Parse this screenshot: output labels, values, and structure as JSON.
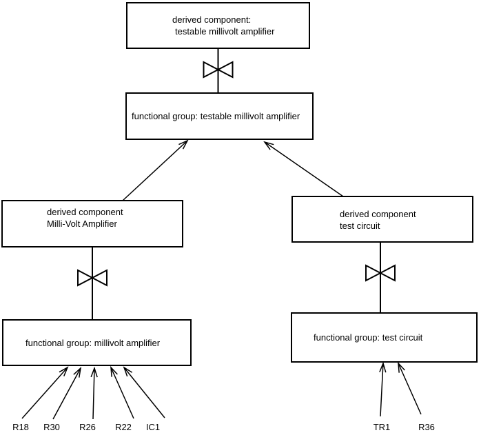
{
  "diagram": {
    "background_color": "#ffffff",
    "line_color": "#000000",
    "text_color": "#000000",
    "nodes": {
      "derived_testable": {
        "line1": "derived component:",
        "line2": "testable millivolt amplifier"
      },
      "fg_testable": {
        "label": "functional group: testable millivolt amplifier"
      },
      "derived_mva": {
        "line1": "derived component",
        "line2": "Milli-Volt Amplifier"
      },
      "derived_test": {
        "line1": "derived component",
        "line2": "test circuit"
      },
      "fg_mva": {
        "label": "functional group: millivolt amplifier"
      },
      "fg_test": {
        "label": "functional group: test circuit"
      }
    },
    "components": {
      "mva": [
        "R18",
        "R30",
        "R26",
        "R22",
        "IC1"
      ],
      "test": [
        "TR1",
        "R36"
      ]
    },
    "icons": {
      "bowtie": "bowtie-composition-icon",
      "arrowhead": "open-arrowhead-icon"
    }
  }
}
